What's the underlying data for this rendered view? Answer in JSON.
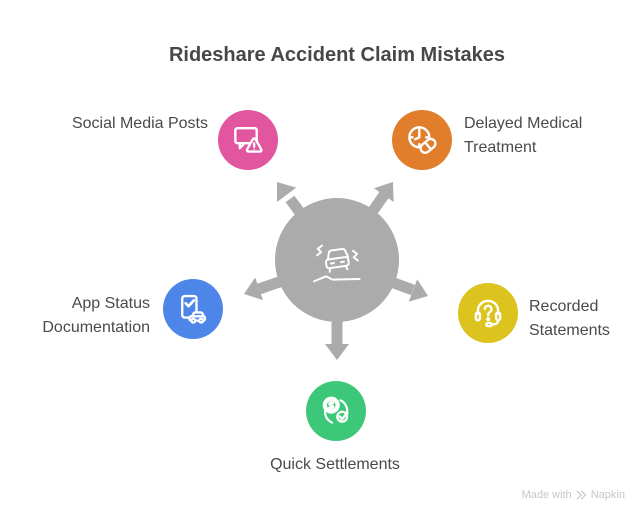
{
  "title": "Rideshare Accident Claim Mistakes",
  "colors": {
    "background": "#FFFFFF",
    "hub": "#ABABAB",
    "arrow": "#ABABAB",
    "title_text": "#474747",
    "label_text": "#4A4A4A",
    "watermark_text": "#C6C6C6"
  },
  "center": {
    "icon": "car-accident-icon"
  },
  "nodes": [
    {
      "label": "Social Media Posts",
      "color": "#E2559F",
      "icon": "speech-bubble-warning-icon",
      "position": "top-left"
    },
    {
      "label": "Delayed Medical Treatment",
      "color": "#E07E2C",
      "icon": "clock-pill-icon",
      "position": "top-right"
    },
    {
      "label": "App Status Documentation",
      "color": "#4D86E8",
      "icon": "phone-check-car-icon",
      "position": "left"
    },
    {
      "label": "Recorded Statements",
      "color": "#DCC31D",
      "icon": "headset-question-icon",
      "position": "right"
    },
    {
      "label": "Quick Settlements",
      "color": "#3CC878",
      "icon": "coin-refresh-check-icon",
      "position": "bottom"
    }
  ],
  "watermark": {
    "text_prefix": "Made with",
    "brand": "Napkin",
    "icon": "napkin-logo-icon"
  }
}
